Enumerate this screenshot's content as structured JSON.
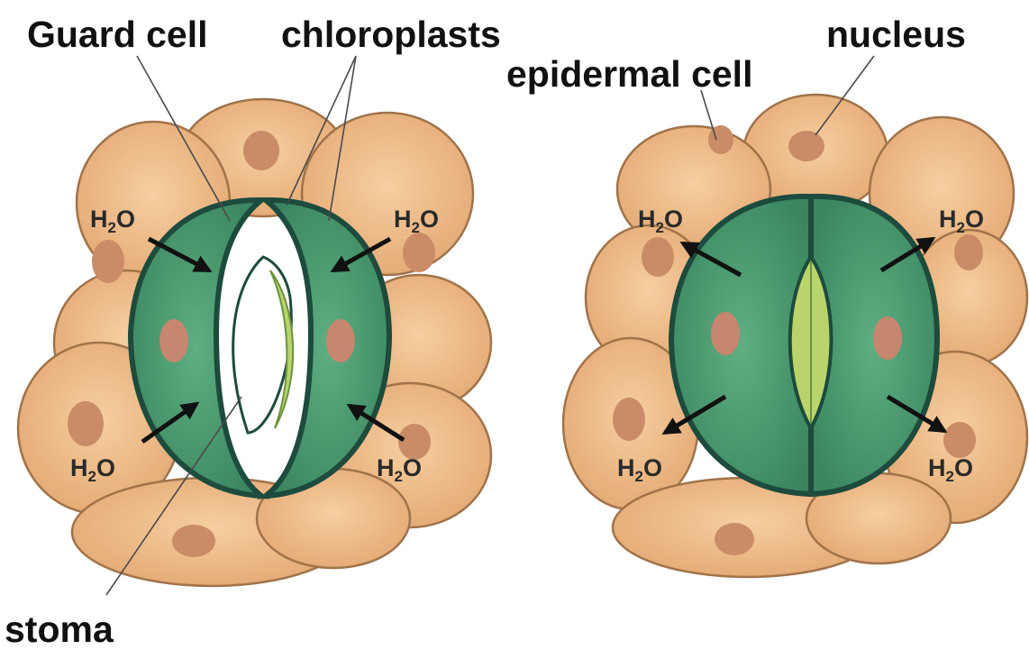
{
  "labels": {
    "guard_cell": "Guard cell",
    "chloroplasts": "chloroplasts",
    "nucleus": "nucleus",
    "epidermal_cell": "epidermal cell",
    "stoma": "stoma"
  },
  "h2o": {
    "main": "H",
    "subscript": "2",
    "tail": "O"
  },
  "colors": {
    "epidermal_fill": "#eebd8c",
    "epidermal_stroke": "#a0734a",
    "epidermal_nucleus": "#c98c66",
    "guard_fill": "#4a9b6f",
    "guard_stroke": "#1d4b3d",
    "guard_nucleus": "#c7866f",
    "pore_inner": "#b8d46b",
    "arrow": "#111111"
  }
}
